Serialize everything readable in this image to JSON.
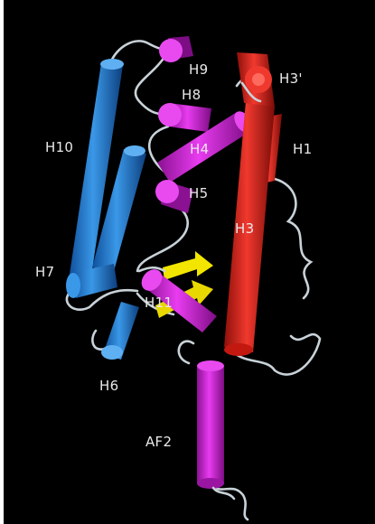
{
  "labels": {
    "h9": "H9",
    "h8": "H8",
    "h3p": "H3'",
    "h10": "H10",
    "h4": "H4",
    "h1": "H1",
    "h5": "H5",
    "h3": "H3",
    "h7": "H7",
    "h11": "H11",
    "h6": "H6",
    "af2": "AF2"
  },
  "colors": {
    "background": "#000000",
    "helix_blue": "#2f86d8",
    "helix_magenta": "#d92ee0",
    "helix_red": "#e0241c",
    "beta_sheet": "#f2e600",
    "coil": "#c8d2d8",
    "label_text": "#e8e8e8"
  }
}
